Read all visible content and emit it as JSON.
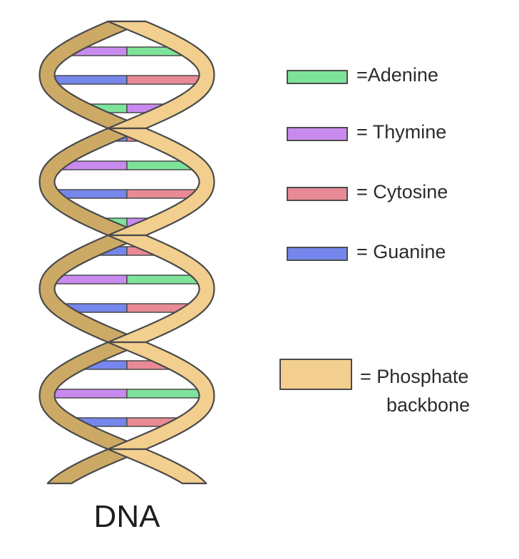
{
  "title": "DNA",
  "legend": [
    {
      "label": "=Adenine",
      "color": "#7de39a"
    },
    {
      "label": "= Thymine",
      "color": "#c98af0"
    },
    {
      "label": "= Cytosine",
      "color": "#e88a95"
    },
    {
      "label": "= Guanine",
      "color": "#7586ec"
    }
  ],
  "backbone": {
    "line1": "= Phosphate",
    "line2": "backbone",
    "color": "#f2cf8e"
  },
  "colors": {
    "outline": "#4a4a4a",
    "backbone_dark": "#ccaa66"
  }
}
